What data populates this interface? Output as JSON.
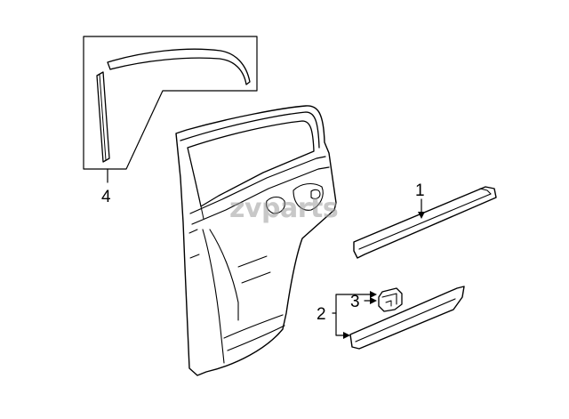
{
  "diagram": {
    "callouts": {
      "c1": "1",
      "c2": "2",
      "c3": "3",
      "c4": "4"
    },
    "watermark": "zvparts",
    "colors": {
      "line": "#000000",
      "background": "#ffffff",
      "watermark": "#9a9a9a"
    }
  }
}
